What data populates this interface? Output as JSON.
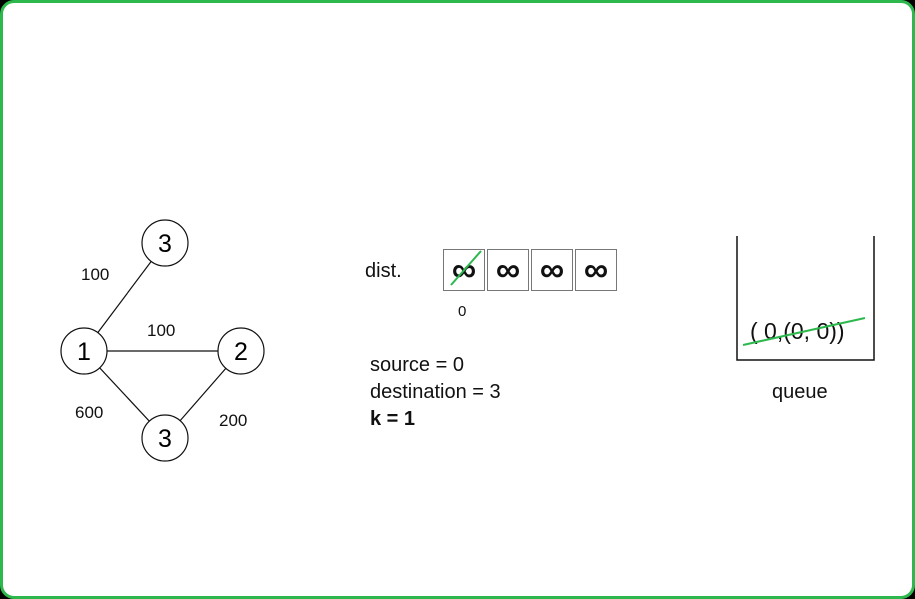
{
  "graph": {
    "nodes": [
      {
        "id": "n3top",
        "label": "3"
      },
      {
        "id": "n1",
        "label": "1"
      },
      {
        "id": "n2",
        "label": "2"
      },
      {
        "id": "n3bottom",
        "label": "3"
      }
    ],
    "edges": [
      {
        "from": "n1",
        "to": "n3top",
        "weight": "100"
      },
      {
        "from": "n1",
        "to": "n2",
        "weight": "100"
      },
      {
        "from": "n1",
        "to": "n3bottom",
        "weight": "600"
      },
      {
        "from": "n3bottom",
        "to": "n2",
        "weight": "200"
      }
    ]
  },
  "dist": {
    "label": "dist.",
    "cells": [
      "∞",
      "∞",
      "∞",
      "∞"
    ],
    "updated_value": "0",
    "strike_color": "#2db84d"
  },
  "info": {
    "source": "source = 0",
    "destination": "destination = 3",
    "k": "k = 1"
  },
  "queue": {
    "entry": "( 0,(0, 0))",
    "label": "queue",
    "strike_color": "#2db84d"
  },
  "colors": {
    "frame_border": "#2db84d",
    "background": "#ffffff"
  }
}
